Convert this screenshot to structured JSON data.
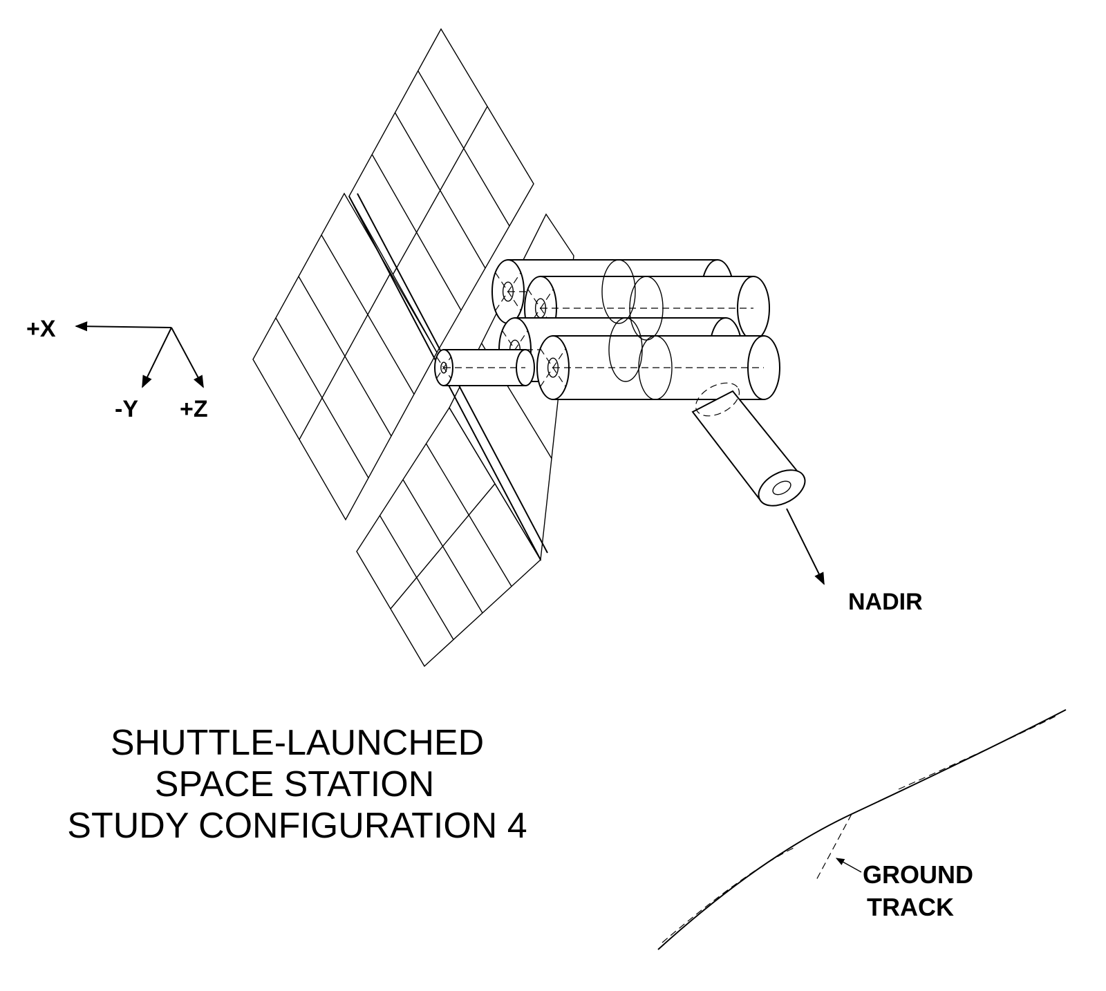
{
  "axes": {
    "x_label": "+X",
    "y_label": "-Y",
    "z_label": "+Z"
  },
  "labels": {
    "nadir": "NADIR",
    "ground_track_line1": "GROUND",
    "ground_track_line2": "TRACK"
  },
  "title": {
    "line1": "SHUTTLE-LAUNCHED",
    "line2": "SPACE STATION",
    "line3": "STUDY CONFIGURATION 4"
  }
}
